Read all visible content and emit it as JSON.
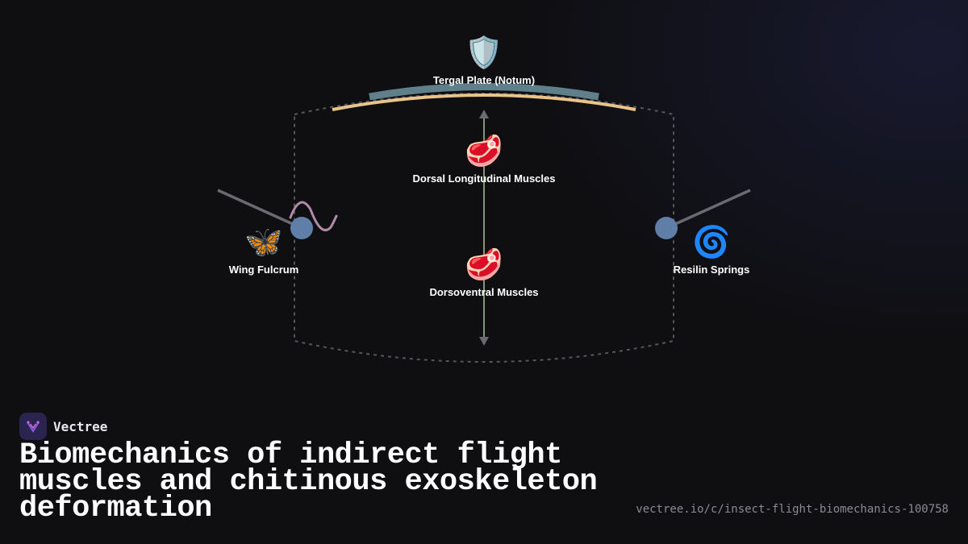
{
  "diagram": {
    "nodes": {
      "tergal": {
        "label": "Tergal Plate (Notum)",
        "icon": "🛡️",
        "icon_name": "shield-icon"
      },
      "dlm": {
        "label": "Dorsal Longitudinal Muscles",
        "icon": "🥩",
        "icon_name": "meat-icon"
      },
      "dvm": {
        "label": "Dorsoventral Muscles",
        "icon": "🥩",
        "icon_name": "meat-icon"
      },
      "fulcrum": {
        "label": "Wing Fulcrum",
        "icon": "🦋",
        "icon_name": "butterfly-icon"
      },
      "resilin": {
        "label": "Resilin Springs",
        "icon": "🌀",
        "icon_name": "spiral-icon"
      }
    },
    "colors": {
      "tergal_plate": "#5f7f8a",
      "tergal_arc": "#e8c48a",
      "thorax_outline": "#55555c",
      "muscle_axis": "#a8c49a",
      "pivot": "#5f7ea8",
      "wing": "#6a6a70",
      "spring": "#b08aa8"
    }
  },
  "brand": {
    "name": "Vectree"
  },
  "title": "Biomechanics of indirect flight muscles and chitinous exoskeleton deformation",
  "url": "vectree.io/c/insect-flight-biomechanics-100758"
}
